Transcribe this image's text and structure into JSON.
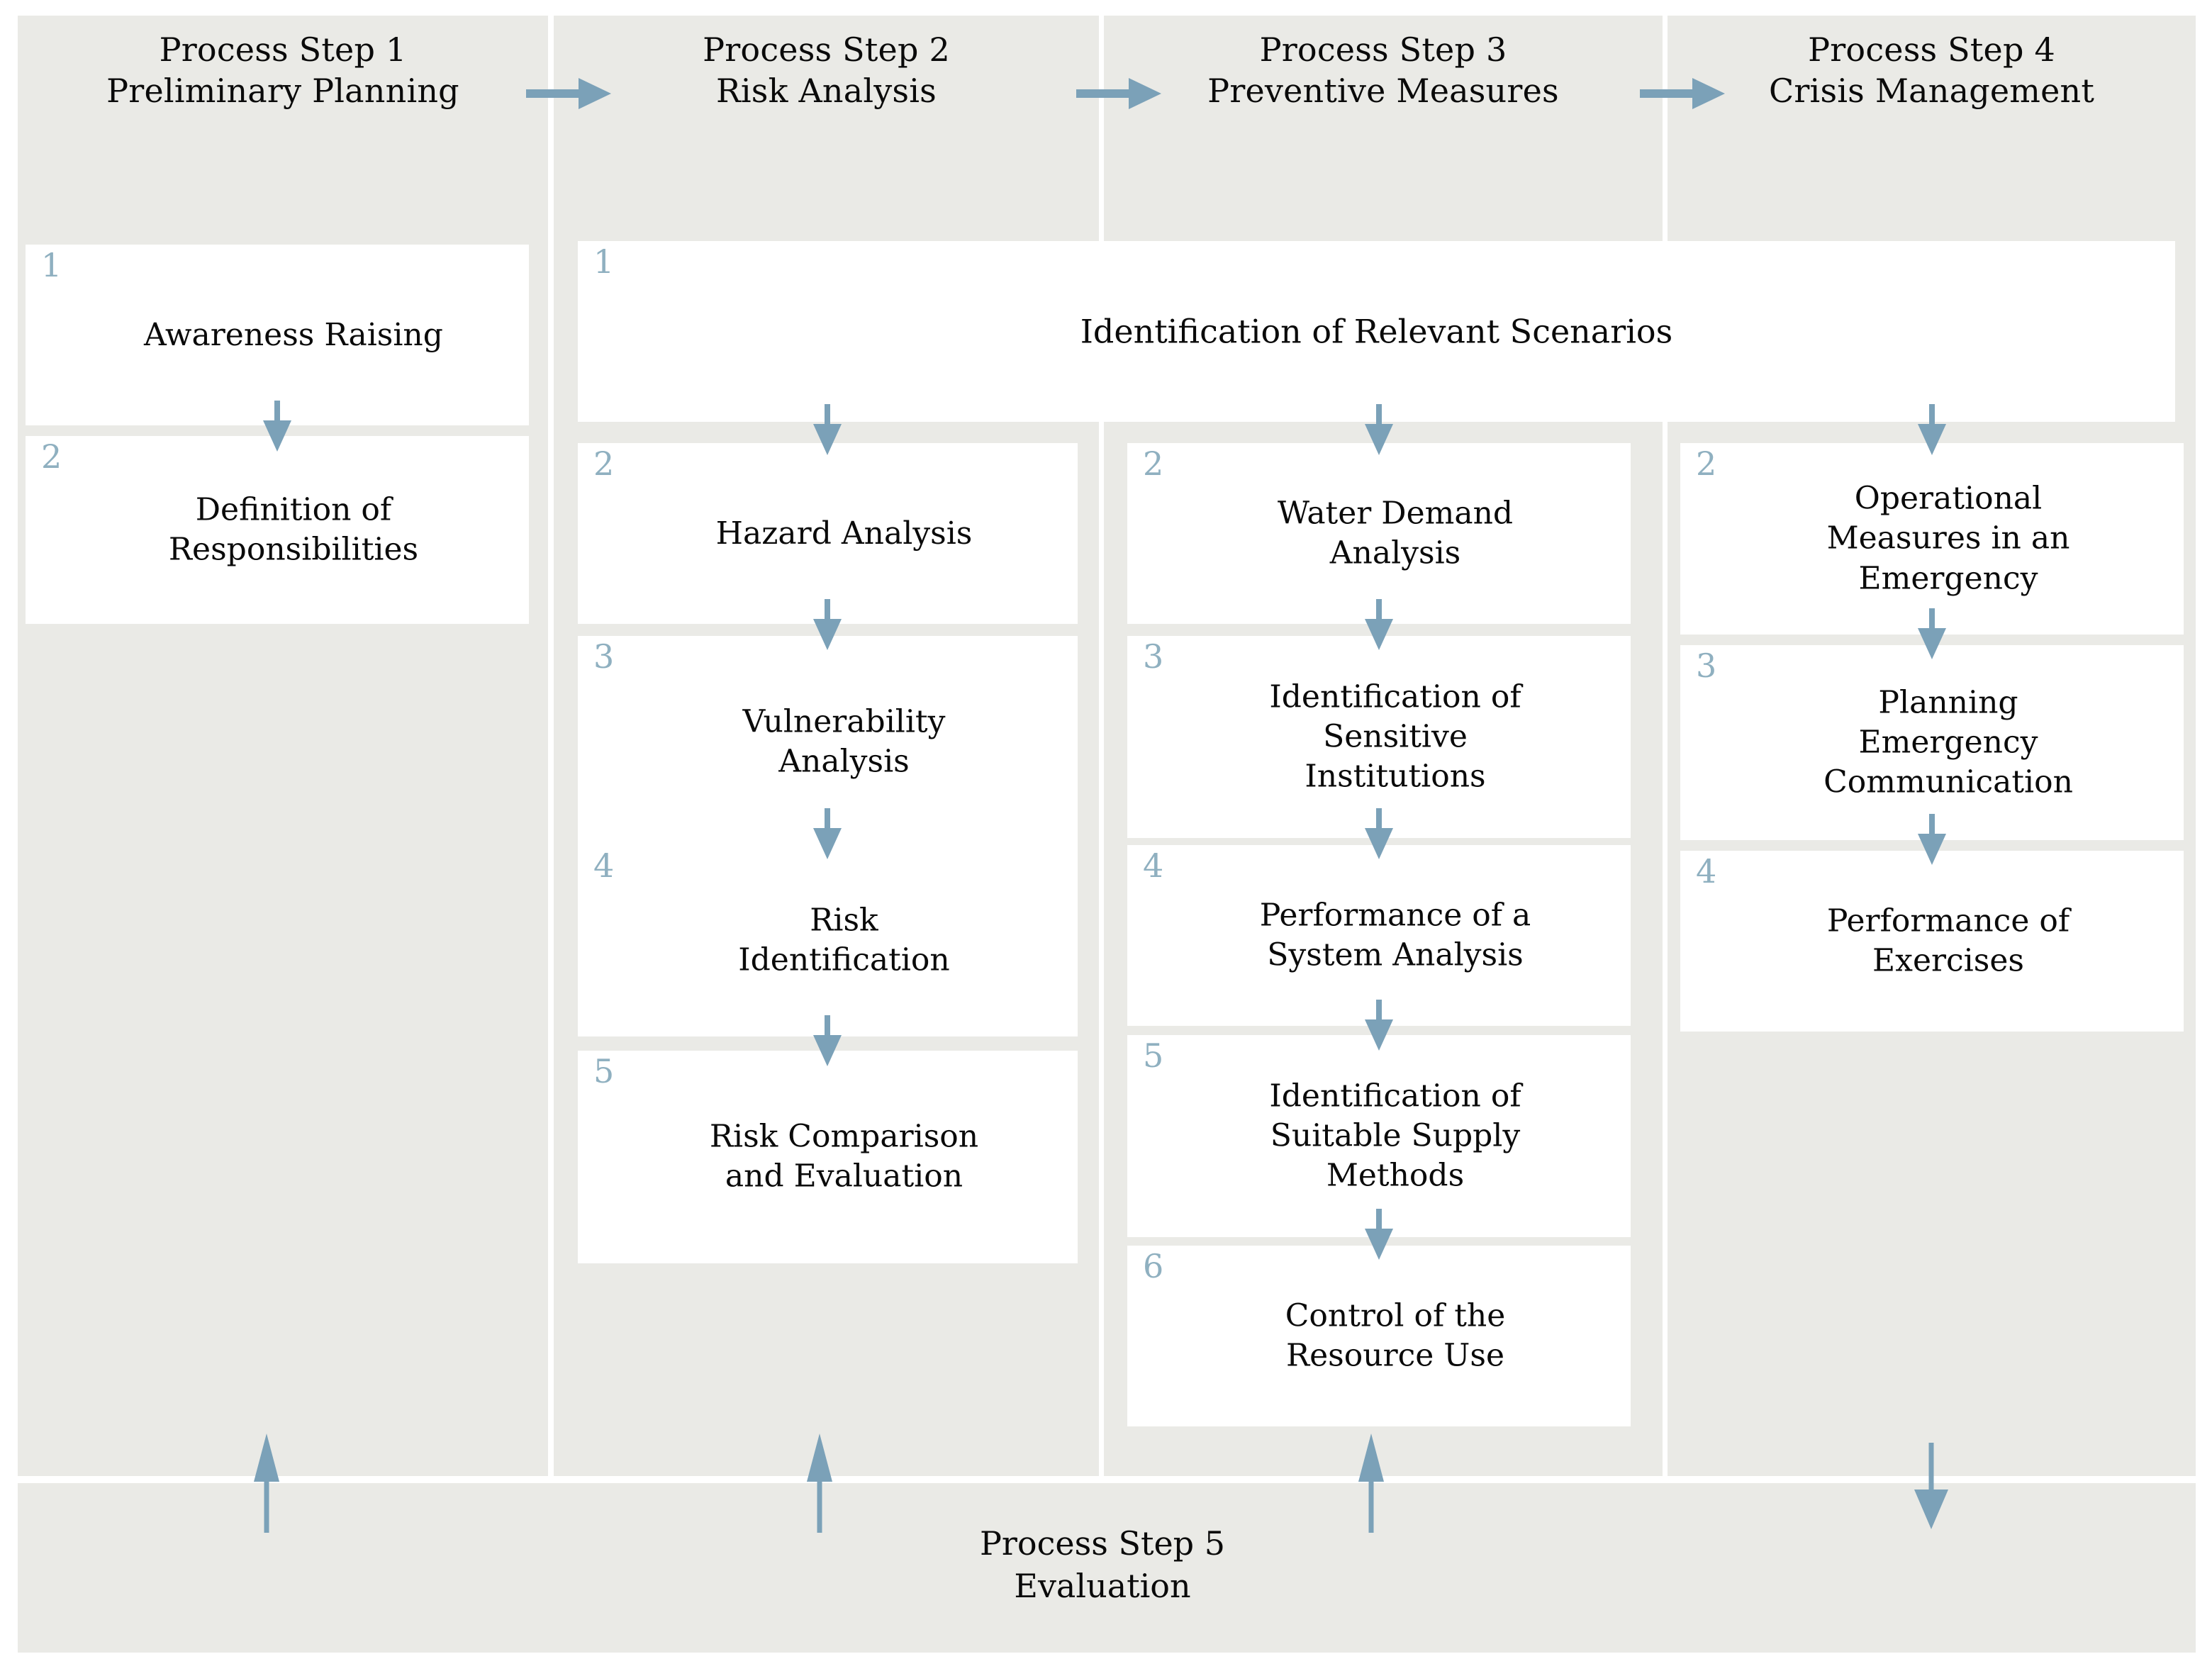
{
  "colors": {
    "strip_bg": "#eaeae6",
    "box_bg": "#ffffff",
    "accent": "#7ba1b8",
    "number": "#8fb0c0",
    "text": "#0a0a0a",
    "page_bg": "#ffffff"
  },
  "columns": [
    {
      "id": "step-1",
      "header_line1": "Process Step 1",
      "header_line2": "Preliminary Planning",
      "boxes": [
        {
          "number": "1",
          "lines": [
            "Awareness Raising"
          ]
        },
        {
          "number": "2",
          "lines": [
            "Definition of",
            "Responsibilities"
          ]
        }
      ]
    },
    {
      "id": "step-2",
      "header_line1": "Process Step 2",
      "header_line2": "Risk Analysis",
      "boxes": [
        {
          "number": "2",
          "lines": [
            "Hazard Analysis"
          ]
        },
        {
          "number": "3",
          "lines": [
            "Vulnerability",
            "Analysis"
          ]
        },
        {
          "number": "4",
          "lines": [
            "Risk",
            "Identification"
          ]
        },
        {
          "number": "5",
          "lines": [
            "Risk Comparison",
            "and Evaluation"
          ]
        }
      ]
    },
    {
      "id": "step-3",
      "header_line1": "Process Step 3",
      "header_line2": "Preventive Measures",
      "boxes": [
        {
          "number": "2",
          "lines": [
            "Water Demand",
            "Analysis"
          ]
        },
        {
          "number": "3",
          "lines": [
            "Identification of",
            "Sensitive",
            "Institutions"
          ]
        },
        {
          "number": "4",
          "lines": [
            "Performance of a",
            "System Analysis"
          ]
        },
        {
          "number": "5",
          "lines": [
            "Identification of",
            "Suitable Supply",
            "Methods"
          ]
        },
        {
          "number": "6",
          "lines": [
            "Control of the",
            "Resource Use"
          ]
        }
      ]
    },
    {
      "id": "step-4",
      "header_line1": "Process Step 4",
      "header_line2": "Crisis Management",
      "boxes": [
        {
          "number": "2",
          "lines": [
            "Operational",
            "Measures in an",
            "Emergency"
          ]
        },
        {
          "number": "3",
          "lines": [
            "Planning",
            "Emergency",
            "Communication"
          ]
        },
        {
          "number": "4",
          "lines": [
            "Performance of",
            "Exercises"
          ]
        }
      ]
    }
  ],
  "scenarios_box": {
    "number": "1",
    "text": "Identification of Relevant Scenarios"
  },
  "bottom_band": {
    "line1": "Process Step 5",
    "line2": "Evaluation"
  }
}
